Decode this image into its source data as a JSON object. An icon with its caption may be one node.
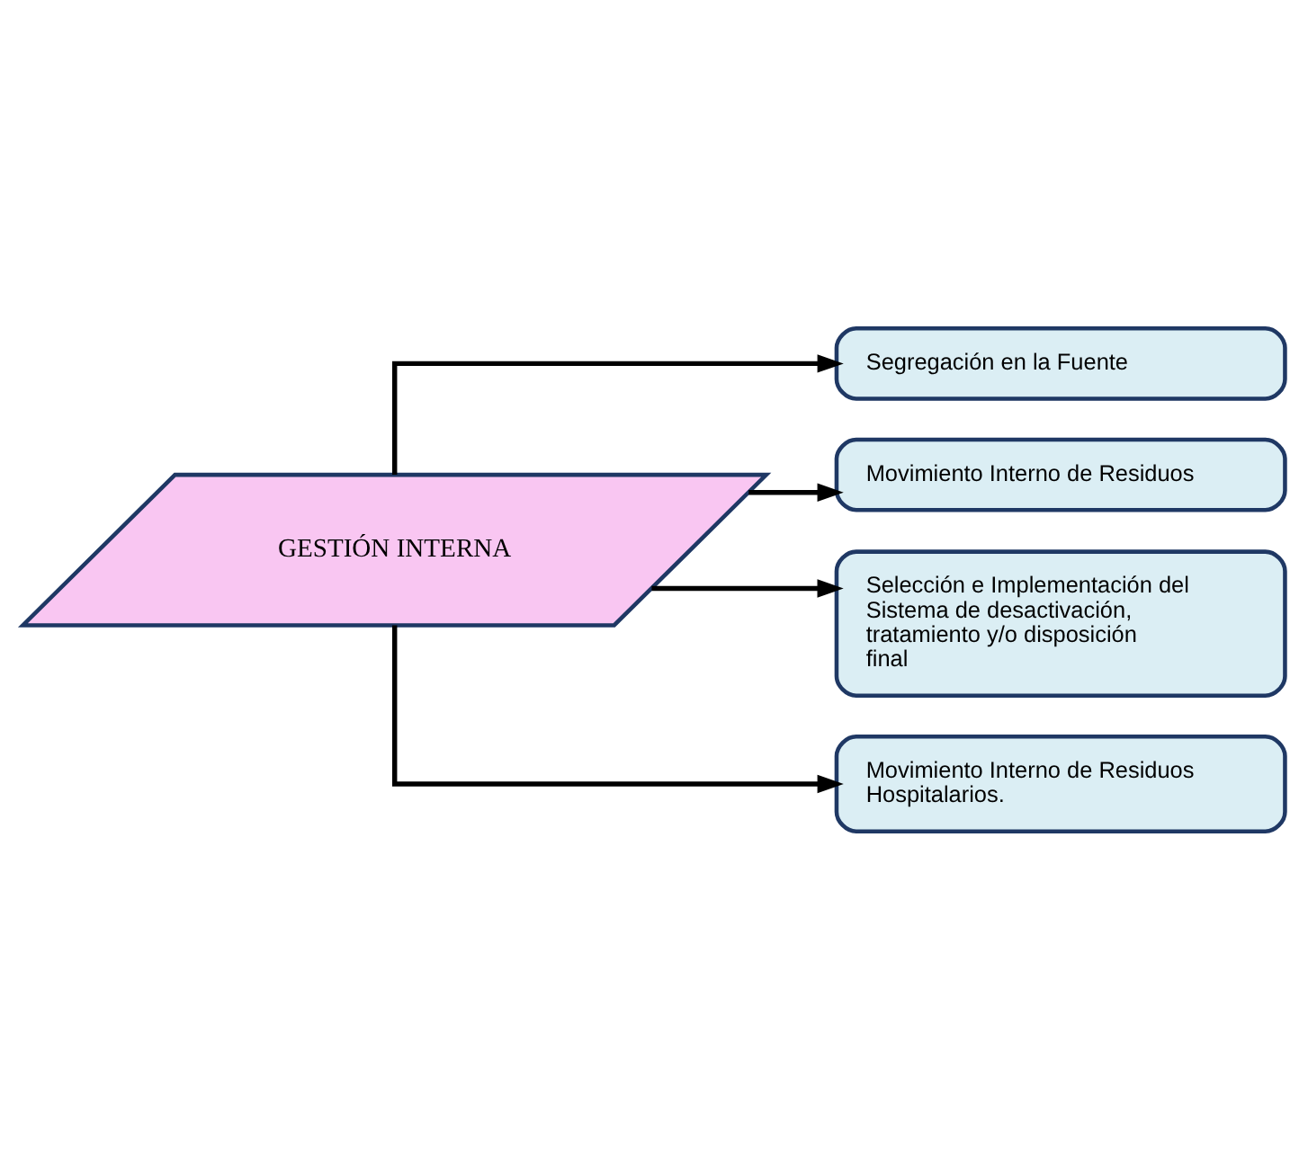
{
  "diagram": {
    "nodes": [
      {
        "text": [
          "GESTIÓN INTERNA"
        ]
      },
      {
        "text": [
          "Segregación en la Fuente"
        ]
      },
      {
        "text": [
          "Movimiento Interno de Residuos"
        ]
      },
      {
        "text": [
          "Selección e Implementación del Sistema de desactivación, tratamiento y/o disposición final"
        ]
      },
      {
        "text": [
          "Movimiento Interno de Residuos Hospitalarios."
        ]
      }
    ],
    "edges": [
      {
        "from": 0,
        "to": 1,
        "arrow": "to"
      },
      {
        "from": 0,
        "to": 2,
        "arrow": "to"
      },
      {
        "from": 0,
        "to": 3,
        "arrow": "to"
      },
      {
        "from": 0,
        "to": 4,
        "arrow": "to"
      }
    ]
  }
}
